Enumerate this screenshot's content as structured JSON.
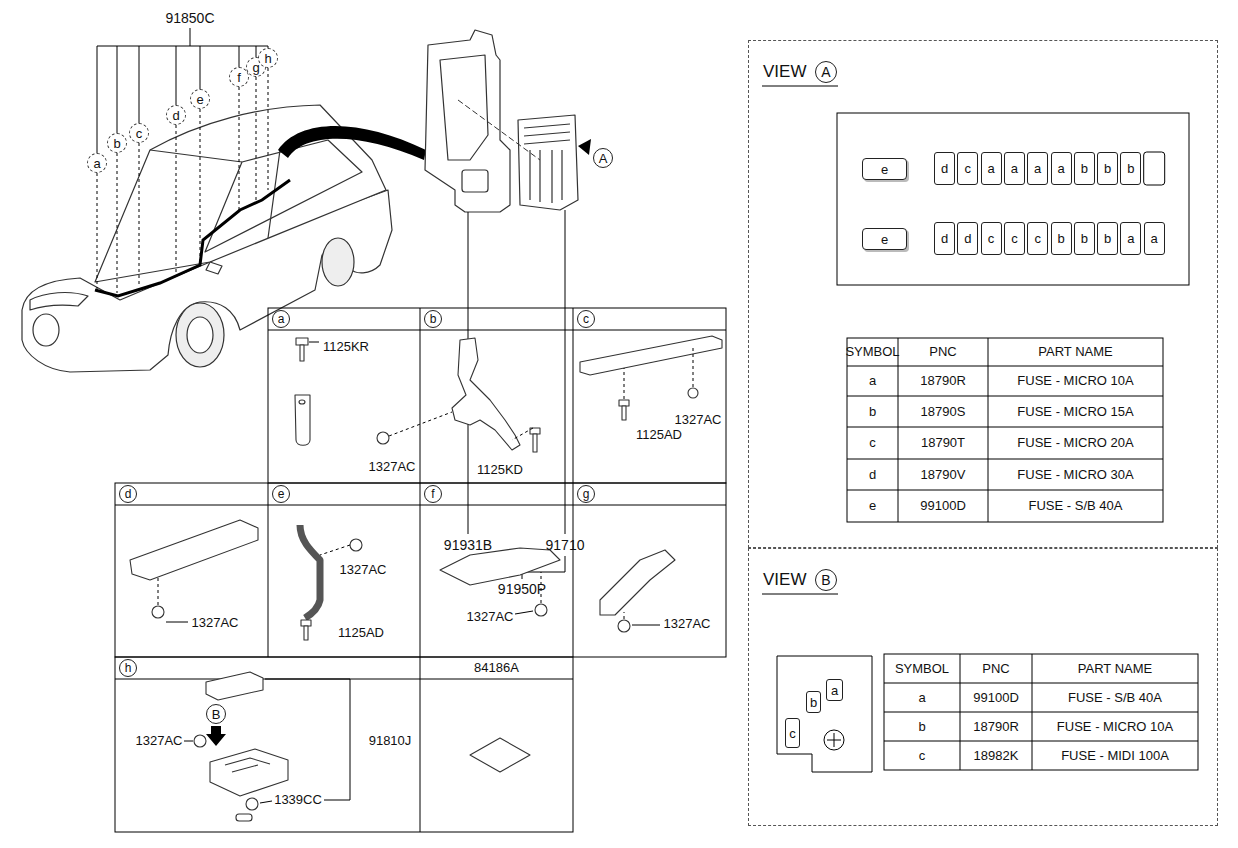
{
  "diagram": {
    "nodes": [
      {
        "text": [
          "a"
        ]
      },
      {
        "text": [
          "b"
        ]
      },
      {
        "text": [
          "c"
        ]
      },
      {
        "text": [
          "d"
        ]
      },
      {
        "text": [
          "e"
        ]
      },
      {
        "text": [
          "f"
        ]
      },
      {
        "text": [
          "g"
        ]
      },
      {
        "text": [
          "h"
        ]
      },
      {
        "text": [
          "A"
        ]
      },
      {
        "text": [
          "a"
        ]
      },
      {
        "text": [
          "b"
        ]
      },
      {
        "text": [
          "c"
        ]
      },
      {
        "text": [
          "d"
        ]
      },
      {
        "text": [
          "e"
        ]
      },
      {
        "text": [
          "f"
        ]
      },
      {
        "text": [
          "g"
        ]
      },
      {
        "text": [
          "h"
        ]
      },
      {
        "text": [
          "B"
        ],
        "in": 16
      },
      {
        "text": [
          "84186A"
        ]
      },
      {
        "text": [
          "VIEW",
          "A"
        ]
      },
      {
        "text": [
          "e"
        ],
        "in": 19
      },
      {
        "text": [
          "d"
        ],
        "in": 19
      },
      {
        "text": [
          "c"
        ],
        "in": 19
      },
      {
        "text": [
          "a"
        ],
        "in": 19
      },
      {
        "text": [
          "a"
        ],
        "in": 19
      },
      {
        "text": [
          "a"
        ],
        "in": 19
      },
      {
        "text": [
          "a"
        ],
        "in": 19
      },
      {
        "text": [
          "b"
        ],
        "in": 19
      },
      {
        "text": [
          "b"
        ],
        "in": 19
      },
      {
        "text": [
          "b"
        ],
        "in": 19
      },
      {
        "text": [
          "e"
        ],
        "in": 19
      },
      {
        "text": [
          "d"
        ],
        "in": 19
      },
      {
        "text": [
          "d"
        ],
        "in": 19
      },
      {
        "text": [
          "c"
        ],
        "in": 19
      },
      {
        "text": [
          "c"
        ],
        "in": 19
      },
      {
        "text": [
          "c"
        ],
        "in": 19
      },
      {
        "text": [
          "b"
        ],
        "in": 19
      },
      {
        "text": [
          "b"
        ],
        "in": 19
      },
      {
        "text": [
          "b"
        ],
        "in": 19
      },
      {
        "text": [
          "a"
        ],
        "in": 19
      },
      {
        "text": [
          "a"
        ],
        "in": 19
      },
      {
        "text": [
          "VIEW",
          "B"
        ]
      },
      {
        "text": [
          "a"
        ],
        "in": 41
      },
      {
        "text": [
          "b"
        ],
        "in": 41
      },
      {
        "text": [
          "c"
        ],
        "in": 41
      }
    ],
    "labels": [
      "91850C",
      "91931B",
      "91710",
      "91950P",
      "1125KR",
      "1327AC",
      "1125KD",
      "1125AD",
      "1327AC",
      "1327AC",
      "1327AC",
      "1125AD",
      "1327AC",
      "1327AC",
      "1327AC",
      "91810J",
      "1339CC",
      "SYMBOL",
      "PNC",
      "PART NAME",
      "a",
      "18790R",
      "FUSE - MICRO 10A",
      "b",
      "18790S",
      "FUSE - MICRO 15A",
      "c",
      "18790T",
      "FUSE - MICRO 20A",
      "d",
      "18790V",
      "FUSE - MICRO 30A",
      "e",
      "99100D",
      "FUSE - S/B 40A",
      "SYMBOL",
      "PNC",
      "PART NAME",
      "a",
      "99100D",
      "FUSE - S/B 40A",
      "b",
      "18790R",
      "FUSE - MICRO 10A",
      "c",
      "18982K",
      "FUSE - MIDI 100A"
    ]
  }
}
